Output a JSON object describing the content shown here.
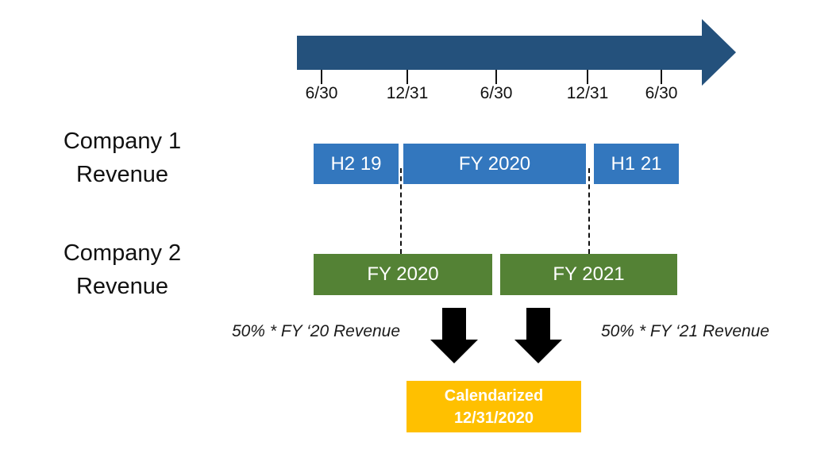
{
  "diagram": {
    "background_color": "#ffffff",
    "timeline": {
      "arrow_color": "#24517C",
      "ticks": [
        "6/30",
        "12/31",
        "6/30",
        "12/31",
        "6/30"
      ]
    },
    "rows": {
      "company1": {
        "label_line1": "Company 1",
        "label_line2": "Revenue",
        "box_color": "#3377BE",
        "boxes": [
          "H2 19",
          "FY 2020",
          "H1 21"
        ]
      },
      "company2": {
        "label_line1": "Company 2",
        "label_line2": "Revenue",
        "box_color": "#548235",
        "boxes": [
          "FY 2020",
          "FY 2021"
        ]
      }
    },
    "annotations": {
      "left_formula": "50% * FY ‘20 Revenue",
      "right_formula": "50% * FY ‘21 Revenue"
    },
    "result": {
      "box_color": "#FFC000",
      "line1": "Calendarized",
      "line2": "12/31/2020"
    }
  }
}
